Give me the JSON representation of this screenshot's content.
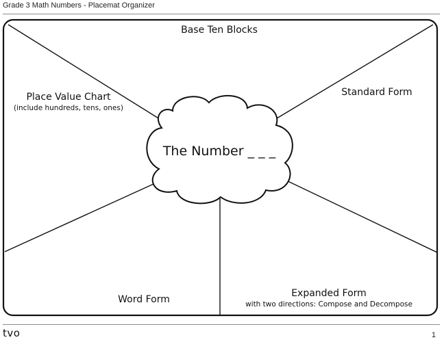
{
  "header": {
    "title": "Grade 3 Math Numbers - Placemat Organizer"
  },
  "organizer": {
    "top": {
      "title": "Base Ten Blocks"
    },
    "left": {
      "title": "Place Value Chart",
      "subtitle": "(include hundreds, tens, ones)"
    },
    "right": {
      "title": "Standard Form"
    },
    "bottom_left": {
      "title": "Word Form"
    },
    "bottom_right": {
      "title": "Expanded Form",
      "subtitle": "with two directions: Compose and Decompose"
    },
    "center": {
      "title": "The Number _ _ _"
    }
  },
  "footer": {
    "brand": "tvo",
    "page_number": "1"
  }
}
